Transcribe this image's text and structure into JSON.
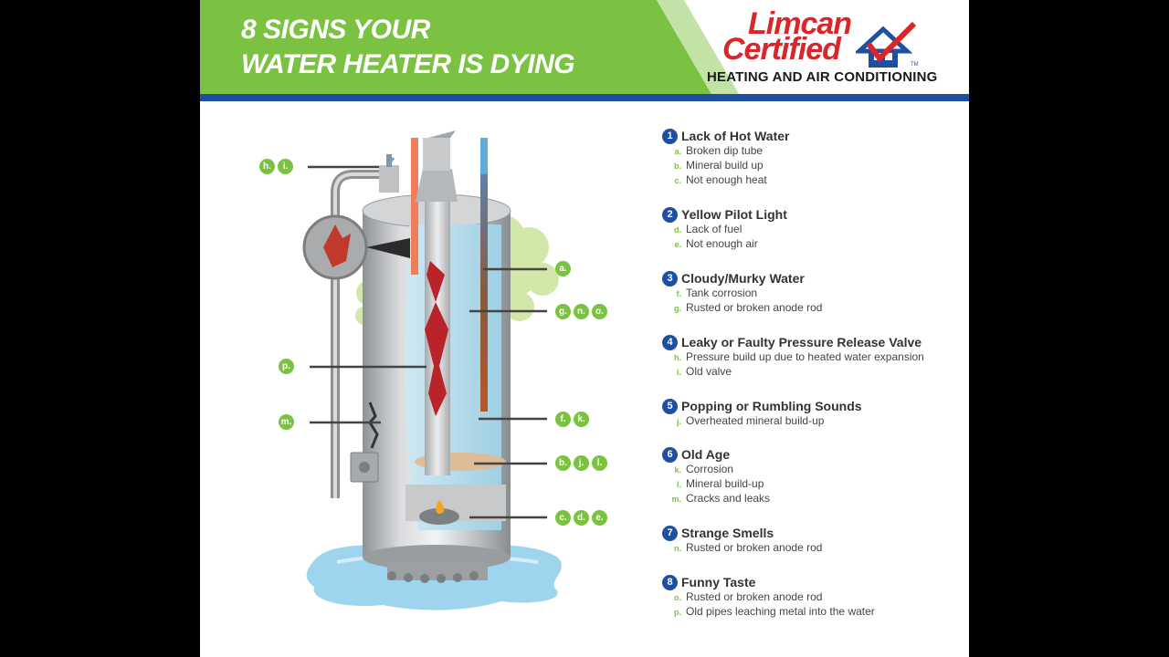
{
  "header": {
    "title_line1": "8 SIGNS YOUR",
    "title_line2": "WATER HEATER IS DYING",
    "colors": {
      "green": "#7cc242",
      "blue": "#1f4fa0",
      "red": "#d8262b"
    }
  },
  "logo": {
    "word1": "Limcan",
    "word2": "Certified",
    "tm": "TM",
    "tagline": "HEATING AND AIR CONDITIONING"
  },
  "callouts": [
    {
      "id": "hi",
      "letters": [
        "h.",
        "i."
      ]
    },
    {
      "id": "a",
      "letters": [
        "a."
      ]
    },
    {
      "id": "gno",
      "letters": [
        "g.",
        "n.",
        "o."
      ]
    },
    {
      "id": "p",
      "letters": [
        "p."
      ]
    },
    {
      "id": "m",
      "letters": [
        "m."
      ]
    },
    {
      "id": "fk",
      "letters": [
        "f.",
        "k."
      ]
    },
    {
      "id": "bjl",
      "letters": [
        "b.",
        "j.",
        "l."
      ]
    },
    {
      "id": "cde",
      "letters": [
        "c.",
        "d.",
        "e."
      ]
    }
  ],
  "signs": [
    {
      "num": "1",
      "title": "Lack of Hot Water",
      "items": [
        {
          "letter": "a.",
          "text": "Broken dip tube"
        },
        {
          "letter": "b.",
          "text": "Mineral build up"
        },
        {
          "letter": "c.",
          "text": "Not enough heat"
        }
      ]
    },
    {
      "num": "2",
      "title": "Yellow Pilot Light",
      "items": [
        {
          "letter": "d.",
          "text": "Lack of fuel"
        },
        {
          "letter": "e.",
          "text": "Not enough air"
        }
      ]
    },
    {
      "num": "3",
      "title": "Cloudy/Murky Water",
      "items": [
        {
          "letter": "f.",
          "text": "Tank corrosion"
        },
        {
          "letter": "g.",
          "text": "Rusted or broken anode rod"
        }
      ]
    },
    {
      "num": "4",
      "title": "Leaky or Faulty Pressure Release Valve",
      "items": [
        {
          "letter": "h.",
          "text": "Pressure build up due to heated water expansion"
        },
        {
          "letter": "i.",
          "text": "Old valve"
        }
      ]
    },
    {
      "num": "5",
      "title": "Popping or Rumbling Sounds",
      "items": [
        {
          "letter": "j.",
          "text": "Overheated mineral build-up"
        }
      ]
    },
    {
      "num": "6",
      "title": "Old Age",
      "items": [
        {
          "letter": "k.",
          "text": "Corrosion"
        },
        {
          "letter": "l.",
          "text": "Mineral build-up"
        },
        {
          "letter": "m.",
          "text": "Cracks and leaks"
        }
      ]
    },
    {
      "num": "7",
      "title": "Strange Smells",
      "items": [
        {
          "letter": "n.",
          "text": "Rusted or broken anode rod"
        }
      ]
    },
    {
      "num": "8",
      "title": "Funny Taste",
      "items": [
        {
          "letter": "o.",
          "text": "Rusted or broken anode rod"
        },
        {
          "letter": "p.",
          "text": "Old pipes leaching metal into the water"
        }
      ]
    }
  ]
}
